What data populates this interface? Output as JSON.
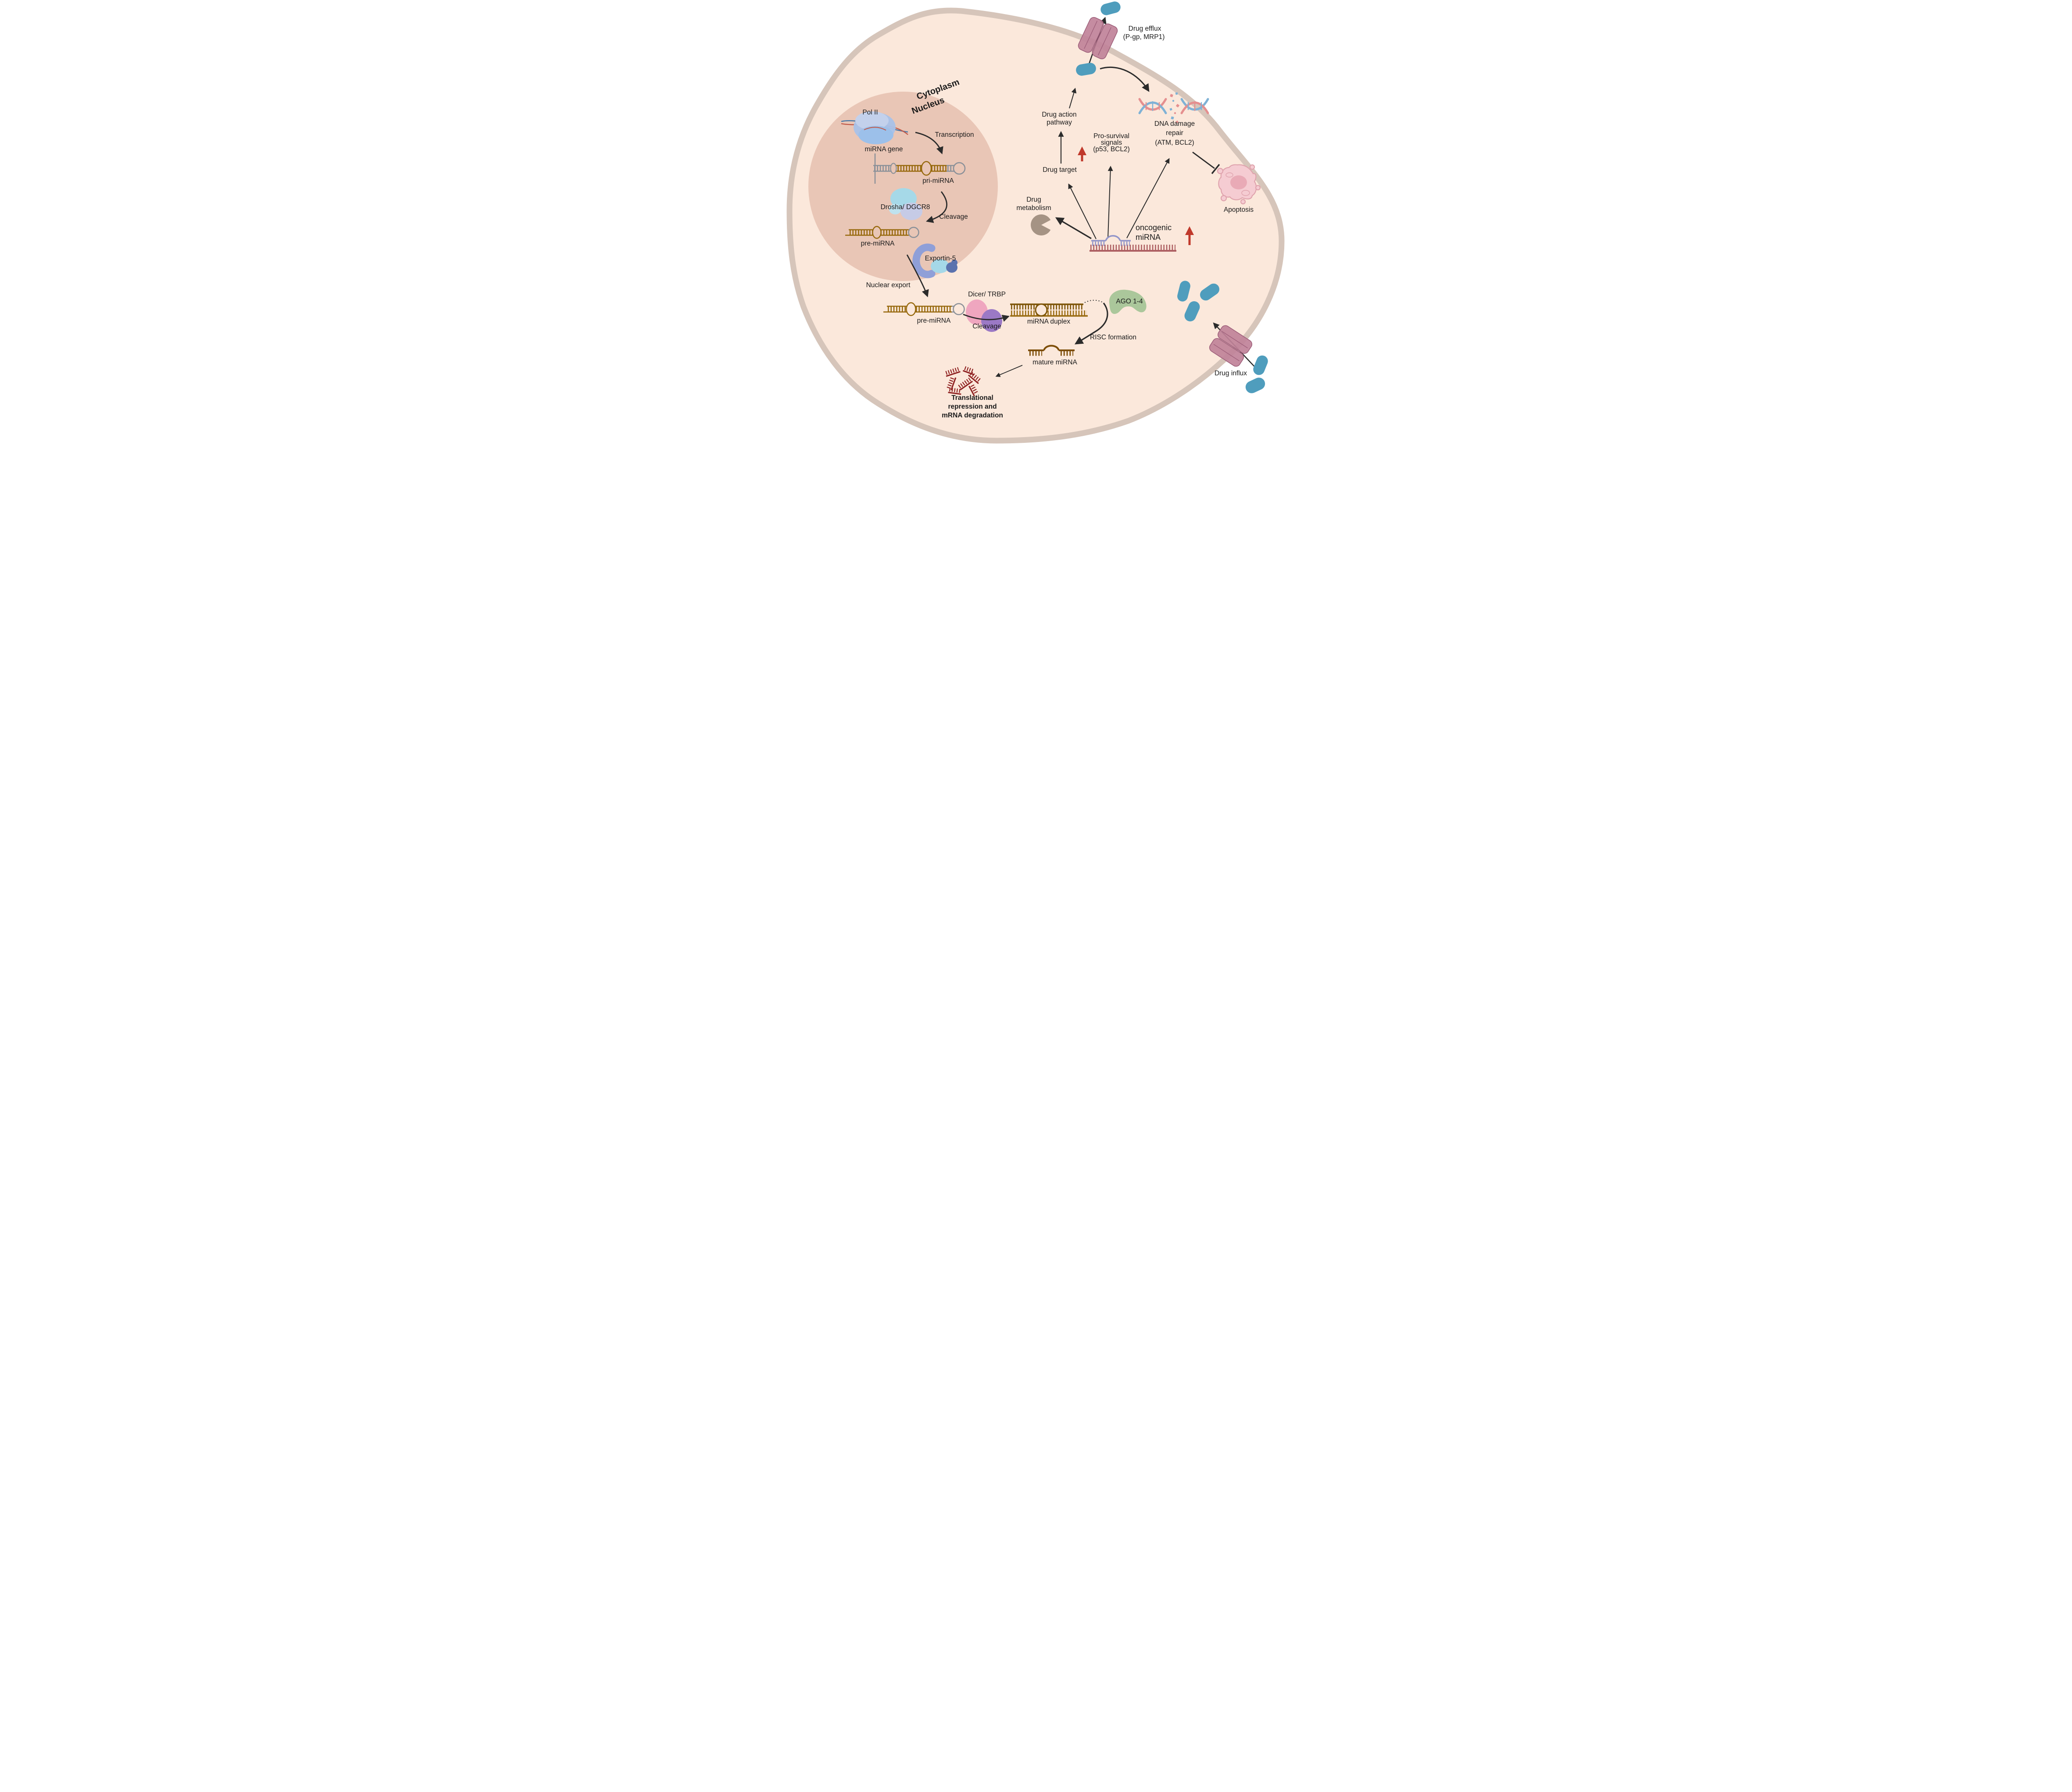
{
  "figure": {
    "type": "cell-signaling-diagram",
    "topic": "miRNA biogenesis and oncogenic miRNA-driven drug resistance in a cancer cell"
  },
  "colors": {
    "background": "#ffffff",
    "membrane": "#d6c5ba",
    "cytoplasm": "#fbe8db",
    "nucleus": "#e9c6b6",
    "drug_blue": "#4f9dbd",
    "pump_rose": "#c08299",
    "pump_edge": "#9e5f7a",
    "arrow_black": "#2b2b2b",
    "accent_red": "#c0392b",
    "hairpin_gold": "#97690d",
    "hairpin_gray": "#8a9098",
    "duplex_brown_dark": "#7d5407",
    "duplex_brown": "#9a6c12",
    "mature_brown": "#7d4e08",
    "fragment_red": "#8e2020",
    "onco_periwinkle": "#9295c9",
    "onco_red": "#ad5f62",
    "ago_green": "#abc79b",
    "dicer_pink": "#efa6bf",
    "dicer_purple": "#9b79c5",
    "drosha_cyan": "#a6d9e8",
    "drosha_lavender": "#c6cbe6",
    "exportin_blue": "#8f9fd8",
    "exportin_cyan": "#a5d8e8",
    "exportin_dark": "#5a72ae",
    "polii_blue": "#a9c2e8",
    "dna_pink": "#e58f8f",
    "dna_blue": "#7fb2d6",
    "apoptosis_fill": "#f5ccd2",
    "apoptosis_stroke": "#dfa3ad",
    "pacman_taupe": "#a59384"
  },
  "compartments": {
    "cytoplasm": "Cytoplasm",
    "nucleus": "Nucleus"
  },
  "biogenesis": {
    "pol_ii": "Pol II",
    "mirna_gene": "miRNA gene",
    "transcription": "Transcription",
    "pri_mirna": "pri-miRNA",
    "drosha": "Drosha/ DGCR8",
    "cleavage_nucleus": "Cleavage",
    "pre_mirna_nucleus": "pre-miRNA",
    "exportin": "Exportin-5",
    "nuclear_export": "Nuclear export",
    "pre_mirna_cytoplasm": "pre-miRNA",
    "dicer": "Dicer/ TRBP",
    "cleavage_cytoplasm": "Cleavage",
    "mirna_duplex": "miRNA duplex",
    "ago": "AGO 1-4",
    "risc": "RISC formation",
    "mature_mirna": "mature miRNA",
    "repression": [
      "Translational",
      "repression and",
      "mRNA degradation"
    ]
  },
  "resistance": {
    "drug_efflux": [
      "Drug efflux",
      "(P-gp, MRP1)"
    ],
    "drug_action": [
      "Drug action",
      "pathway"
    ],
    "drug_target": "Drug target",
    "pro_survival": [
      "Pro-survival",
      "signals",
      "(p53, BCL2)"
    ],
    "dna_repair": [
      "DNA damage",
      "repair",
      "(ATM, BCL2)"
    ],
    "apoptosis": "Apoptosis",
    "drug_metabolism": [
      "Drug",
      "metabolism"
    ],
    "oncogenic_mirna": [
      "oncogenic",
      "miRNA"
    ],
    "drug_influx": "Drug influx"
  }
}
